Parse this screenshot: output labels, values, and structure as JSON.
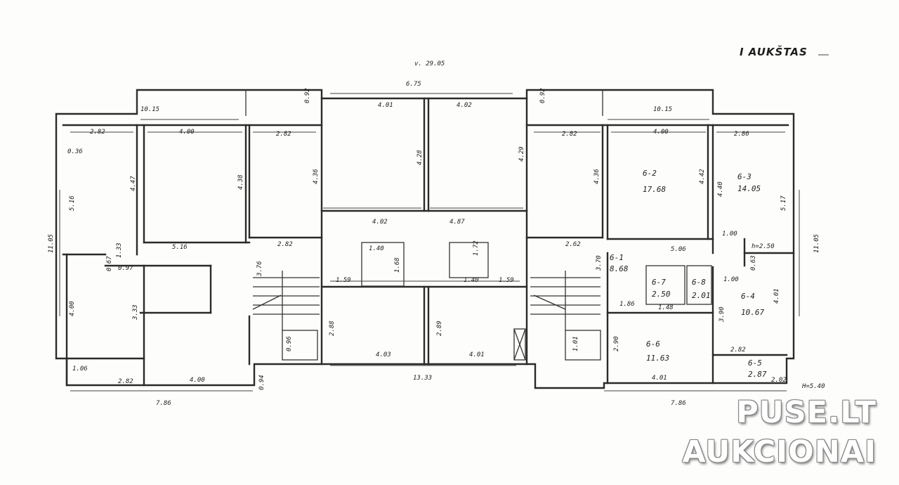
{
  "title": "I AUKŠTAS",
  "watermark": {
    "line1": "PUSE.LT",
    "line2": "AUKCIONAI"
  },
  "rooms": [
    {
      "id": "b2",
      "code": "6-2",
      "area": "17.68"
    },
    {
      "id": "b3",
      "code": "6-3",
      "area": "14.05"
    },
    {
      "id": "b1",
      "code": "6-1",
      "area": "8.68"
    },
    {
      "id": "b7",
      "code": "6-7",
      "area": "2.50"
    },
    {
      "id": "b8",
      "code": "6-8",
      "area": "2.01"
    },
    {
      "id": "b4",
      "code": "6-4",
      "area": "10.67"
    },
    {
      "id": "b6",
      "code": "6-6",
      "area": "11.63"
    },
    {
      "id": "b5",
      "code": "6-5",
      "area": "2.87"
    }
  ],
  "labels": [
    "v. 29.05",
    "6.75",
    "10.15",
    "0.92",
    "4.01",
    "4.02",
    "0.92",
    "10.15",
    "2.82",
    "4.00",
    "2.82",
    "2.82",
    "4.00",
    "2.86",
    "0.36",
    "5.16",
    "4.47",
    "4.38",
    "4.36",
    "4.28",
    "4.29",
    "4.36",
    "4.42",
    "4.40",
    "5.17",
    "11.05",
    "11.05",
    "4.02",
    "4.87",
    "5.16",
    "5.06",
    "2.82",
    "2.62",
    "h=2.50",
    "1.33",
    "0.67",
    "0.97",
    "1.40",
    "1.68",
    "1.72",
    "1.40",
    "1.59",
    "1.59",
    "4.00",
    "3.33",
    "2.88",
    "2.89",
    "3.76",
    "3.70",
    "3.90",
    "4.01",
    "1.06",
    "2.82",
    "4.00",
    "7.86",
    "0.94",
    "0.96",
    "13.33",
    "4.03",
    "4.01",
    "1.01",
    "2.90",
    "4.01",
    "2.82",
    "2.02",
    "7.86",
    "H=5.40",
    "1.00",
    "1.00",
    "1.86",
    "1.48",
    "0.63"
  ]
}
